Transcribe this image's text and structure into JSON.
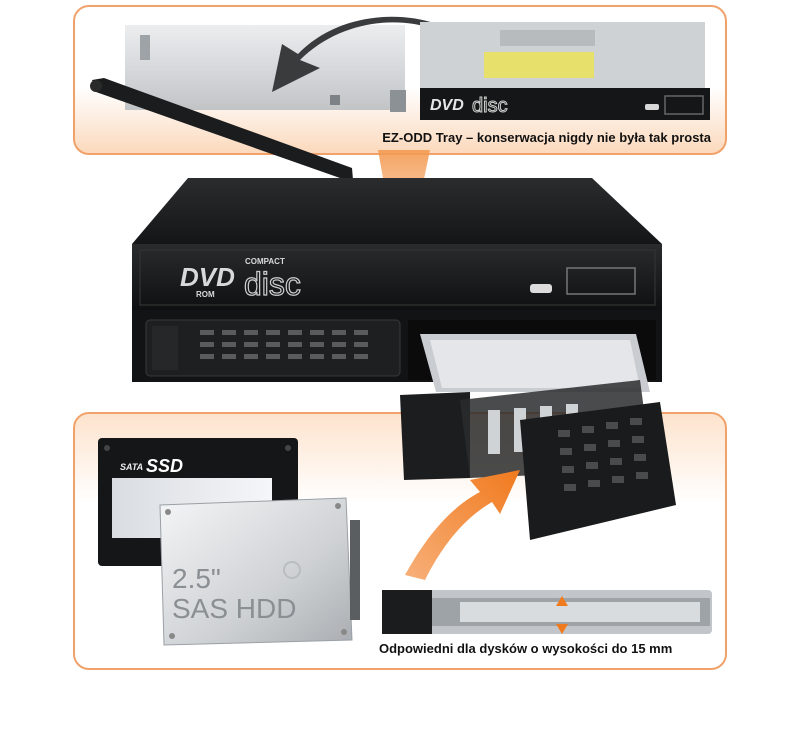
{
  "top_panel": {
    "caption": "EZ-ODD Tray – konserwacja nigdy nie była tak prosta"
  },
  "bottom_panel": {
    "caption": "Odpowiedni dla dysków o wysokości do 15 mm"
  },
  "drive_labels": {
    "dvd": "DVD",
    "rom": "ROM",
    "disc": "disc",
    "compact": "COMPACT",
    "sata": "SATA",
    "ssd": "SSD",
    "hdd_size": "2.5\"",
    "hdd_type": "SAS HDD"
  },
  "colors": {
    "accent_orange": "#f07a1e",
    "panel_border": "#f0a26a",
    "enclosure_black": "#1c1d1f"
  }
}
